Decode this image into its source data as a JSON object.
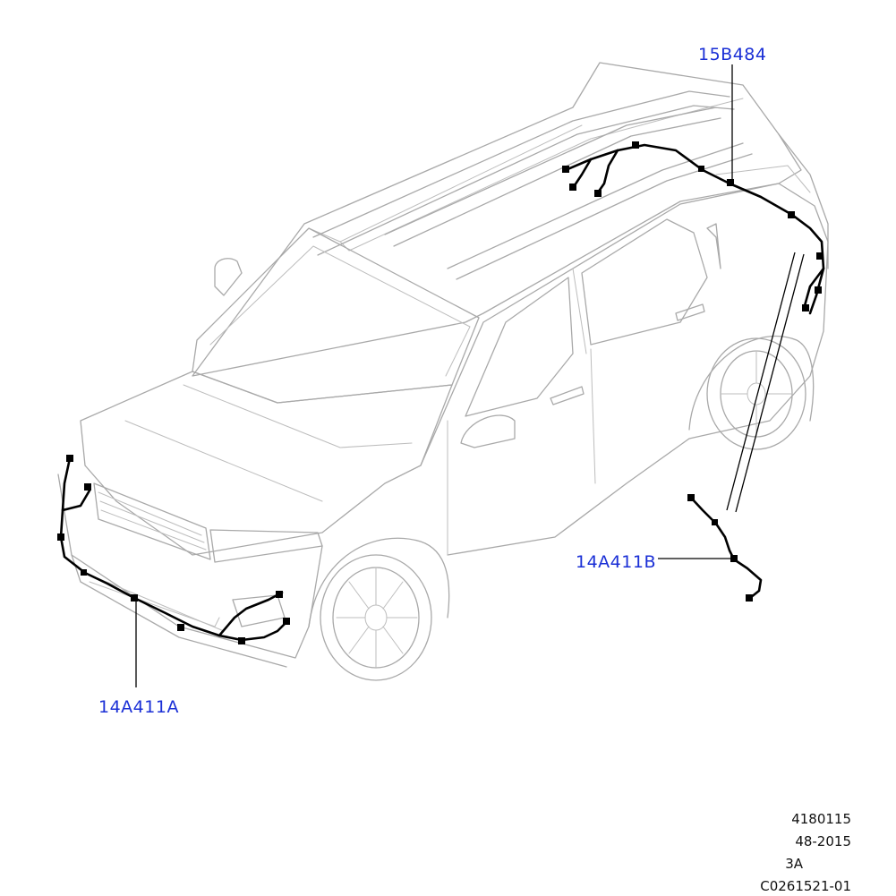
{
  "callouts": {
    "roof": "15B484",
    "rear": "14A411B",
    "front": "14A411A"
  },
  "meta": {
    "line1": "4180115",
    "line2": "48-2015",
    "line3": "3A",
    "line4": "C0261521-01"
  },
  "colors": {
    "callout": "#1a2fd6",
    "outline": "#a9a9a9",
    "harness": "#000000"
  }
}
